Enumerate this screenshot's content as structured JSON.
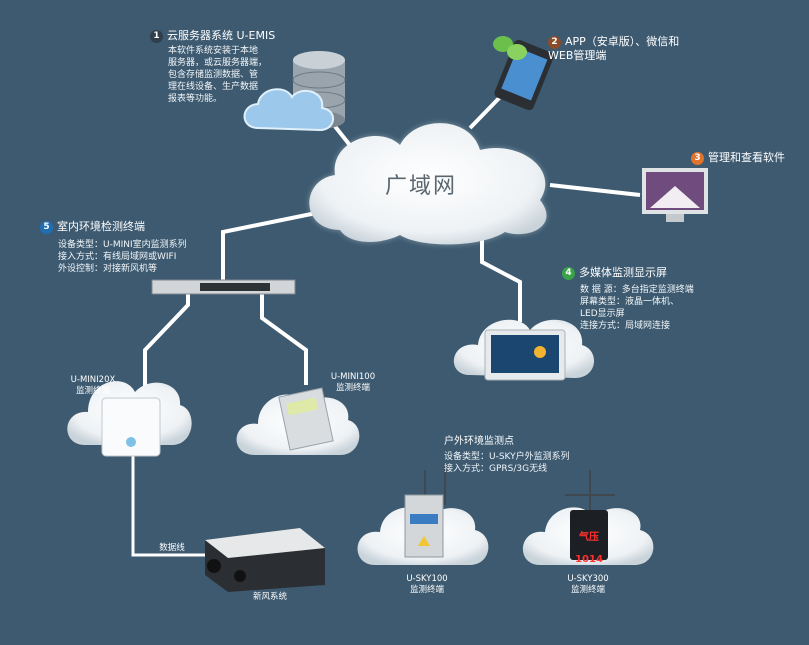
{
  "wan_label": "广域网",
  "nodes": {
    "cloud_server": {
      "num": "1",
      "title": "云服务器系统 U-EMIS",
      "desc": "本软件系统安装于本地\n服务器，或云服务器端，\n包含存储监测数据、管\n理在线设备、生产数据\n报表等功能。",
      "color": "#2f3e4a"
    },
    "app": {
      "num": "2",
      "title": "APP（安卓版）、微信和\nWEB管理端",
      "color": "#8b4c2a"
    },
    "mgmt": {
      "num": "3",
      "title": "管理和查看软件",
      "color": "#e2732a"
    },
    "display": {
      "num": "4",
      "title": "多媒体监测显示屏",
      "desc": "数  据  源：多台指定监测终端\n屏幕类型：液晶一体机、\n              LED显示屏\n连接方式：局域网连接",
      "color": "#3aa34a"
    },
    "indoor": {
      "num": "5",
      "title": "室内环境检测终端",
      "desc": "设备类型：U-MINI室内监测系列\n接入方式：有线局域网或WIFI\n外设控制：对接新风机等",
      "color": "#1f6fb5"
    }
  },
  "outdoor": {
    "title": "户外环境监测点",
    "desc": "设备类型：U-SKY户外监测系列\n接入方式：GPRS/3G无线"
  },
  "devices": {
    "mini20x": "U-MINI20X\n监测终端",
    "mini100": "U-MINI100\n监测终端",
    "sky100": "U-SKY100\n监测终端",
    "sky300": "U-SKY300\n监测终端",
    "fresh_air": "新风系统",
    "data_line": "数据线"
  },
  "sky300_screen": {
    "label": "气压",
    "value": "1014"
  }
}
